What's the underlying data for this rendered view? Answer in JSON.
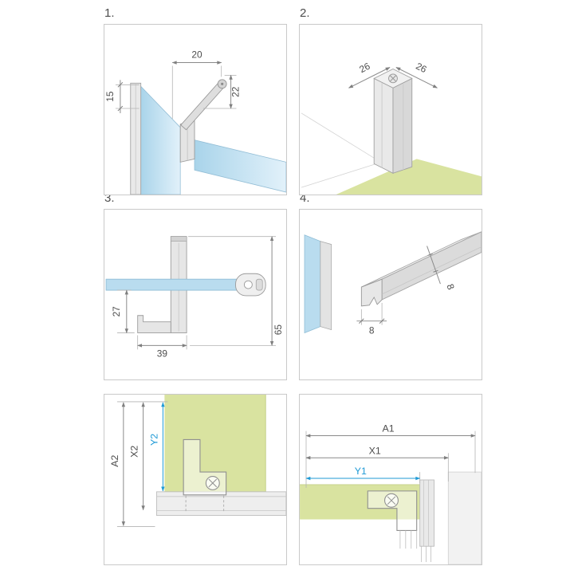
{
  "page": {
    "background": "#ffffff"
  },
  "palette": {
    "glass_blue": "#b9dcef",
    "floor_green": "#d9e3a0",
    "accent_blue": "#1f9ad6",
    "profile_gray": "#e6e6e6",
    "dim_gray": "#8a8a8a",
    "panel_border": "#c9c9c9"
  },
  "panels": {
    "p1": {
      "label": "1.",
      "dim_width": "20",
      "dim_drop": "22",
      "dim_profile": "15"
    },
    "p2": {
      "label": "2.",
      "dim_left": "26",
      "dim_right": "26"
    },
    "p3": {
      "label": "3.",
      "dim_offset": "27",
      "dim_foot": "39",
      "dim_height": "65"
    },
    "p4": {
      "label": "4.",
      "dim_width": "8",
      "dim_height": "8"
    },
    "p5": {
      "dim_a": "A2",
      "dim_x": "X2",
      "dim_y": "Y2"
    },
    "p6": {
      "dim_a": "A1",
      "dim_x": "X1",
      "dim_y": "Y1"
    }
  }
}
